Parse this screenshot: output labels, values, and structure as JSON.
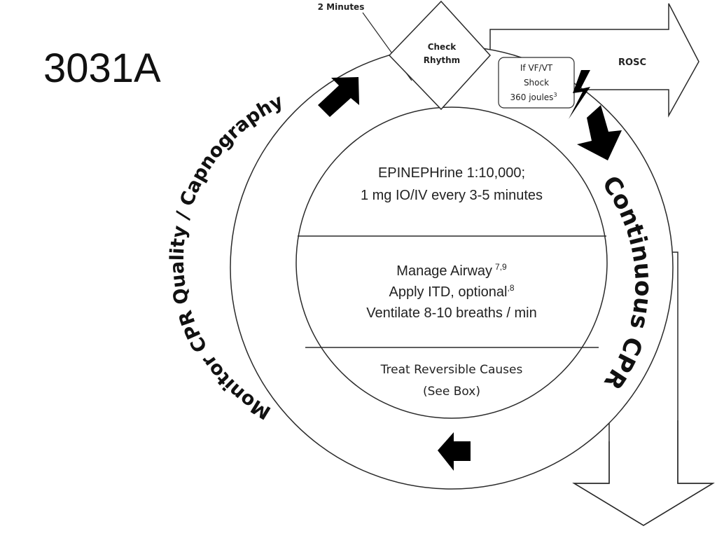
{
  "slide": {
    "code": "3031A"
  },
  "diagram": {
    "timer_label": "2 Minutes",
    "check_rhythm": {
      "line1": "Check",
      "line2": "Rhythm"
    },
    "rosc_label": "ROSC",
    "shock_box": {
      "line1": "If VF/VT",
      "line2": "Shock",
      "line3": "360 joules",
      "sup": "3"
    },
    "outer_ring": {
      "left_text": "Monitor CPR Quality / Capnography",
      "right_text": "Continuous CPR"
    },
    "center": {
      "epinephrine_line1": "EPINEPHrine 1:10,000;",
      "epinephrine_line2": "1 mg IO/IV every 3-5 minutes",
      "airway_line1": "Manage Airway",
      "airway_line1_sup": "7,9",
      "airway_line2": "Apply ITD, optional",
      "airway_line2_sup": ",8",
      "airway_line3": "Ventilate 8-10 breaths / min",
      "causes_line1": "Treat Reversible Causes",
      "causes_line2": "(See Box)"
    },
    "colors": {
      "stroke": "#2a2a2a",
      "fill_arrow": "#000000",
      "background": "#ffffff"
    }
  }
}
